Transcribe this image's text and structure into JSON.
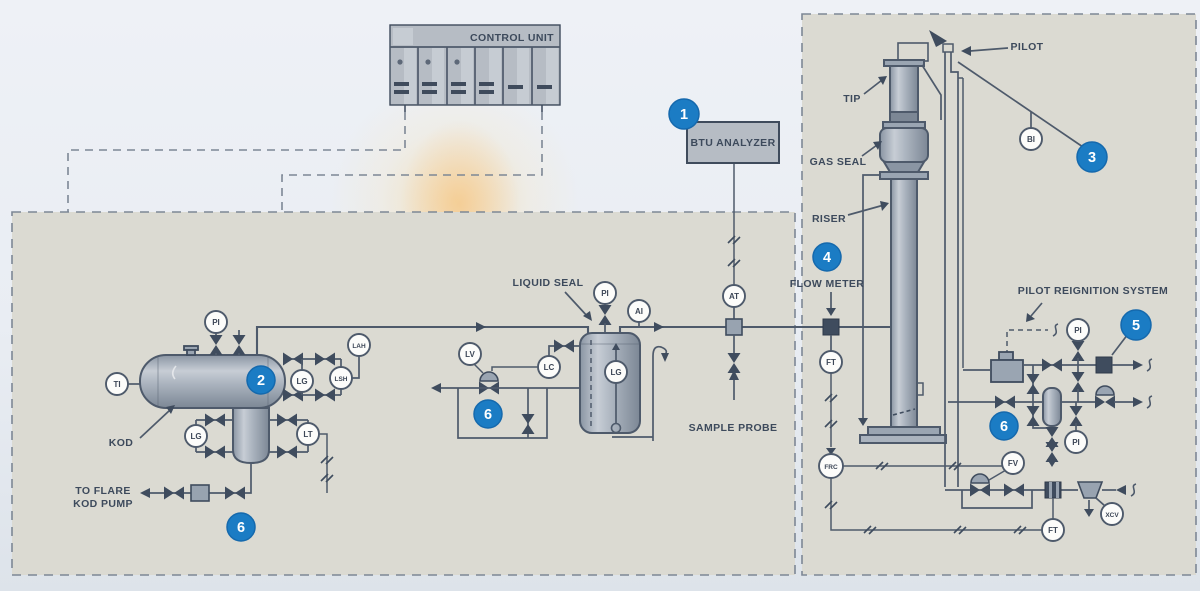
{
  "colors": {
    "accent_blue": "#1b7cc4",
    "line": "#4e5a6b",
    "panel_fill": "#dbdad2",
    "equipment_gray": "#9aa5b2",
    "dark": "#3f4c5e"
  },
  "control_unit": {
    "title": "CONTROL UNIT"
  },
  "btu_analyzer": {
    "label": "BTU ANALYZER"
  },
  "labels": {
    "liquid_seal": "LIQUID SEAL",
    "sample_probe": "SAMPLE PROBE",
    "flow_meter": "FLOW METER",
    "pilot": "PILOT",
    "tip": "TIP",
    "gas_seal": "GAS SEAL",
    "riser": "RISER",
    "pilot_reignition": "PILOT REIGNITION SYSTEM",
    "kod": "KOD",
    "to_flare_line1": "TO FLARE",
    "to_flare_line2": "KOD PUMP"
  },
  "badges": {
    "one": "1",
    "two": "2",
    "three": "3",
    "four": "4",
    "five": "5",
    "six": "6"
  },
  "instruments": {
    "ti": "TI",
    "pi": "PI",
    "lg": "LG",
    "lah": "LAH",
    "lsh": "LSH",
    "lt": "LT",
    "lv": "LV",
    "lc": "LC",
    "ai": "AI",
    "at": "AT",
    "ft": "FT",
    "frc": "FRC",
    "fv": "FV",
    "xcv": "XCV",
    "bi": "BI"
  }
}
